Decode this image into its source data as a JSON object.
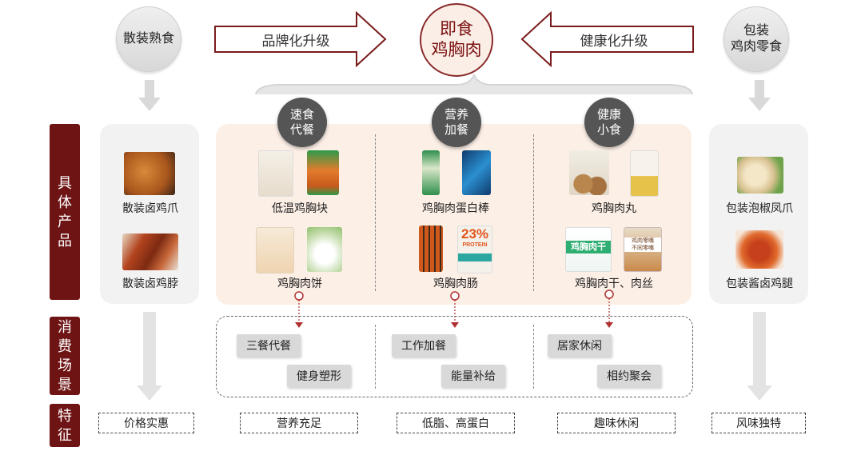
{
  "top": {
    "left_circle": [
      "散装熟食"
    ],
    "center_circle": [
      "即食",
      "鸡胸肉"
    ],
    "right_circle": [
      "包装",
      "鸡肉零食"
    ],
    "left_arrow_label": "品牌化升级",
    "right_arrow_label": "健康化升级"
  },
  "categories": [
    [
      "速食",
      "代餐"
    ],
    [
      "营养",
      "加餐"
    ],
    [
      "健康",
      "小食"
    ]
  ],
  "side_labels": {
    "products": [
      "具",
      "体",
      "产",
      "品"
    ],
    "scenes": [
      "消",
      "费",
      "场",
      "景"
    ],
    "features": [
      "特",
      "征"
    ]
  },
  "products": {
    "left": [
      "散装卤鸡爪",
      "散装卤鸡脖"
    ],
    "col1": [
      "低温鸡胸块",
      "鸡胸肉饼"
    ],
    "col2": [
      "鸡胸肉蛋白棒",
      "鸡胸肉肠"
    ],
    "col3": [
      "鸡胸肉丸",
      "鸡胸肉干、肉丝"
    ],
    "right": [
      "包装泡椒凤爪",
      "包装酱卤鸡腿"
    ]
  },
  "scenes": {
    "col1": [
      "三餐代餐",
      "健身塑形"
    ],
    "col2": [
      "工作加餐",
      "能量补给"
    ],
    "col3": [
      "居家休闲",
      "相约聚会"
    ]
  },
  "features": [
    "价格实惠",
    "营养充足",
    "低脂、高蛋白",
    "趣味休闲",
    "风味独特"
  ],
  "pack_text": {
    "protein_pct": "23%",
    "protein_word": "PROTEIN",
    "jerky": "鸡胸肉干",
    "snack_a": "鸡肉零嘴",
    "snack_b": "不同零嘴"
  },
  "colors": {
    "brand_red": "#6e1414",
    "panel_peach": "#fcefe6",
    "panel_grey": "#f2f2f2"
  }
}
